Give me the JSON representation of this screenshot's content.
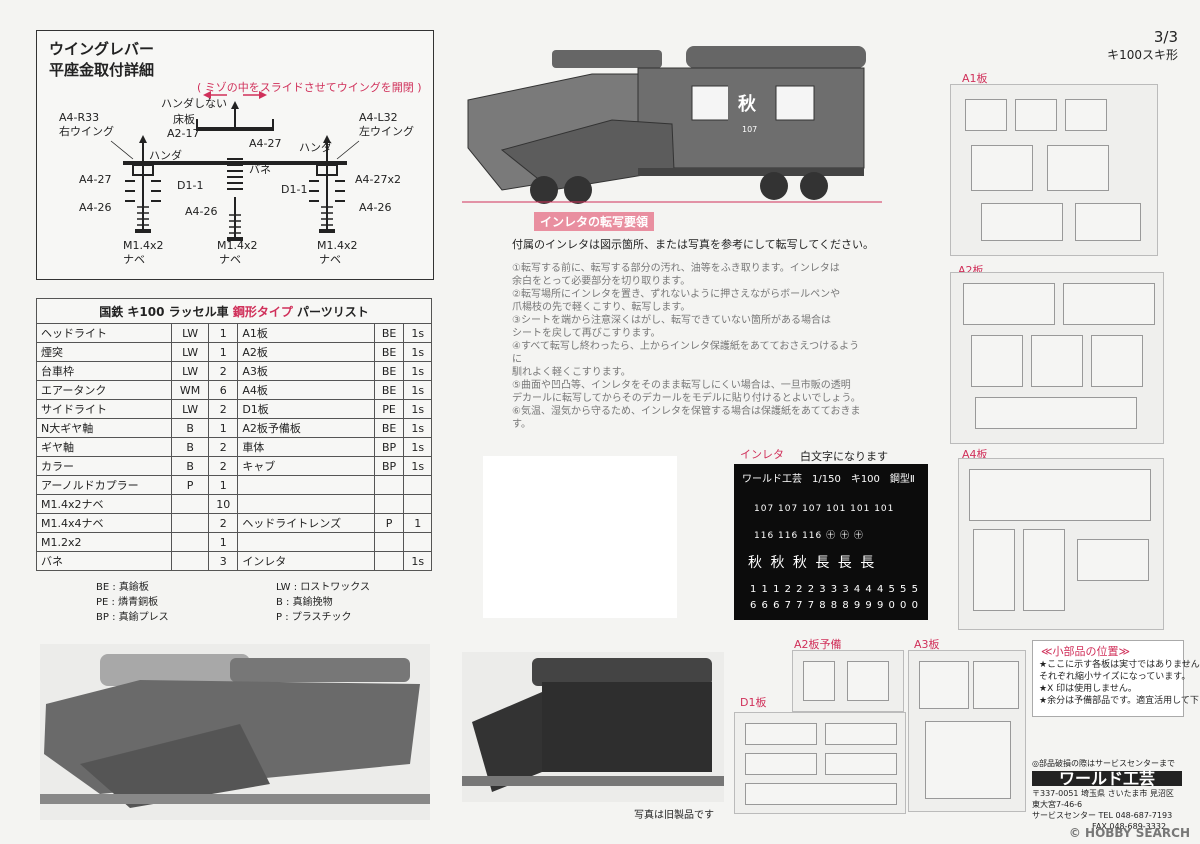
{
  "page": {
    "number": "3/3",
    "model": "キ100スキ形"
  },
  "wing": {
    "title1": "ウイングレバー",
    "title2": "平座金取付詳細",
    "note": "( ミゾの中をスライドさせてウイングを開閉 )",
    "labels": {
      "no_solder": "ハンダしない",
      "floor": "床板",
      "a2_17": "A2-17",
      "a4_27_top": "A4-27",
      "spring": "バネ",
      "a4_r33": "A4-R33",
      "right_wing": "右ウイング",
      "a4_l32": "A4-L32",
      "left_wing": "左ウイング",
      "solder_l": "ハンダ",
      "solder_r": "ハンダ",
      "a4_27_l": "A4-27",
      "a4_27x2": "A4-27x2",
      "d1_1_l": "D1-1",
      "d1_1_r": "D1-1",
      "a4_26_l": "A4-26",
      "a4_26_m": "A4-26",
      "a4_26_r": "A4-26",
      "m_l": "M1.4x2",
      "m_m": "M1.4x2",
      "m_r": "M1.4x2",
      "nabe_l": "ナベ",
      "nabe_m": "ナベ",
      "nabe_r": "ナベ"
    }
  },
  "parts": {
    "title_pre": "国鉄 キ100 ラッセル車 ",
    "title_type": "鋼形タイプ",
    "title_post": " パーツリスト",
    "rows": [
      {
        "n1": "ヘッドライト",
        "m1": "LW",
        "q1": "1",
        "n2": "A1板",
        "m2": "BE",
        "q2": "1s"
      },
      {
        "n1": "煙突",
        "m1": "LW",
        "q1": "1",
        "n2": "A2板",
        "m2": "BE",
        "q2": "1s"
      },
      {
        "n1": "台車枠",
        "m1": "LW",
        "q1": "2",
        "n2": "A3板",
        "m2": "BE",
        "q2": "1s"
      },
      {
        "n1": "エアータンク",
        "m1": "WM",
        "q1": "6",
        "n2": "A4板",
        "m2": "BE",
        "q2": "1s"
      },
      {
        "n1": "サイドライト",
        "m1": "LW",
        "q1": "2",
        "n2": "D1板",
        "m2": "PE",
        "q2": "1s"
      },
      {
        "n1": "N大ギヤ軸",
        "m1": "B",
        "q1": "1",
        "n2": "A2板予備板",
        "m2": "BE",
        "q2": "1s"
      },
      {
        "n1": "ギヤ軸",
        "m1": "B",
        "q1": "2",
        "n2": "車体",
        "m2": "BP",
        "q2": "1s"
      },
      {
        "n1": "カラー",
        "m1": "B",
        "q1": "2",
        "n2": "キャブ",
        "m2": "BP",
        "q2": "1s"
      },
      {
        "n1": "アーノルドカプラー",
        "m1": "P",
        "q1": "1",
        "n2": "",
        "m2": "",
        "q2": ""
      },
      {
        "n1": "M1.4x2ナベ",
        "m1": "",
        "q1": "10",
        "n2": "",
        "m2": "",
        "q2": ""
      },
      {
        "n1": "M1.4x4ナベ",
        "m1": "",
        "q1": "2",
        "n2": "ヘッドライトレンズ",
        "m2": "P",
        "q2": "1"
      },
      {
        "n1": "M1.2x2",
        "m1": "",
        "q1": "1",
        "n2": "",
        "m2": "",
        "q2": ""
      },
      {
        "n1": "バネ",
        "m1": "",
        "q1": "3",
        "n2": "インレタ",
        "m2": "",
        "q2": "1s"
      }
    ],
    "legend": [
      "BE : 真鍮板",
      "LW : ロストワックス",
      "PE : 燐青銅板",
      "B : 真鍮挽物",
      "BP : 真鍮プレス",
      "P : プラスチック"
    ]
  },
  "instructions": {
    "heading": "インレタの転写要領",
    "intro": "付属のインレタは図示箇所、または写真を参考にして転写してください。",
    "steps": [
      "①転写する前に、転写する部分の汚れ、油等をふき取ります。インレタは",
      "余白をとって必要部分を切り取ります。",
      "②転写場所にインレタを置き、ずれないように押さえながらボールペンや",
      "爪楊枝の先で軽くこすり、転写します。",
      "③シートを端から注意深くはがし、転写できていない箇所がある場合は",
      "シートを戻して再びこすります。",
      "④すべて転写し終わったら、上からインレタ保護紙をあてておさえつけるように",
      "馴れよく軽くこすります。",
      "⑤曲面や凹凸等、インレタをそのまま転写しにくい場合は、一旦市販の透明",
      "デカールに転写してからそのデカールをモデルに貼り付けるとよいでしょう。",
      "⑥気温、湿気から守るため、インレタを保管する場合は保護紙をあてておきます。"
    ]
  },
  "decal": {
    "label": "インレタ",
    "white_note": "白文字になります",
    "title": "ワールド工芸　1/150　キ100　鋼型Ⅱ",
    "row1": "107  107  107  101  101  101",
    "row2": "116  116  116  ㊉  ㊉  ㊉",
    "row3": "秋 秋 秋 長 長 長",
    "row4": "1 1 1 2 2 2 3 3 3 4 4 4 5 5 5",
    "row5": "6 6 6 7 7 7 8 8 8 9 9 9 0 0 0"
  },
  "sheets": {
    "a1": "A1板",
    "a2": "A2板",
    "a4": "A4板",
    "a2_spare": "A2板予備",
    "a3": "A3板",
    "d1": "D1板"
  },
  "small_parts": {
    "title": "≪小部品の位置≫",
    "lines": [
      "★ここに示す各板は実寸ではありません。",
      "それぞれ縮小サイズになっています。",
      "★X 印は使用しません。",
      "★余分は予備部品です。適宜活用して下さい。"
    ]
  },
  "maker": {
    "note": "◎部品破損の際はサービスセンターまで",
    "name": "ワールド工芸",
    "address": "〒337-0051 埼玉県 さいたま市 見沼区 東大宮7-46-6",
    "tel": "サービスセンター TEL 048-687-7193",
    "fax": "FAX 048-689-3332"
  },
  "photo_note": "写真は旧製品です",
  "watermark": "© HOBBY SEARCH",
  "train_mark": {
    "char": "秋",
    "number": "107"
  }
}
